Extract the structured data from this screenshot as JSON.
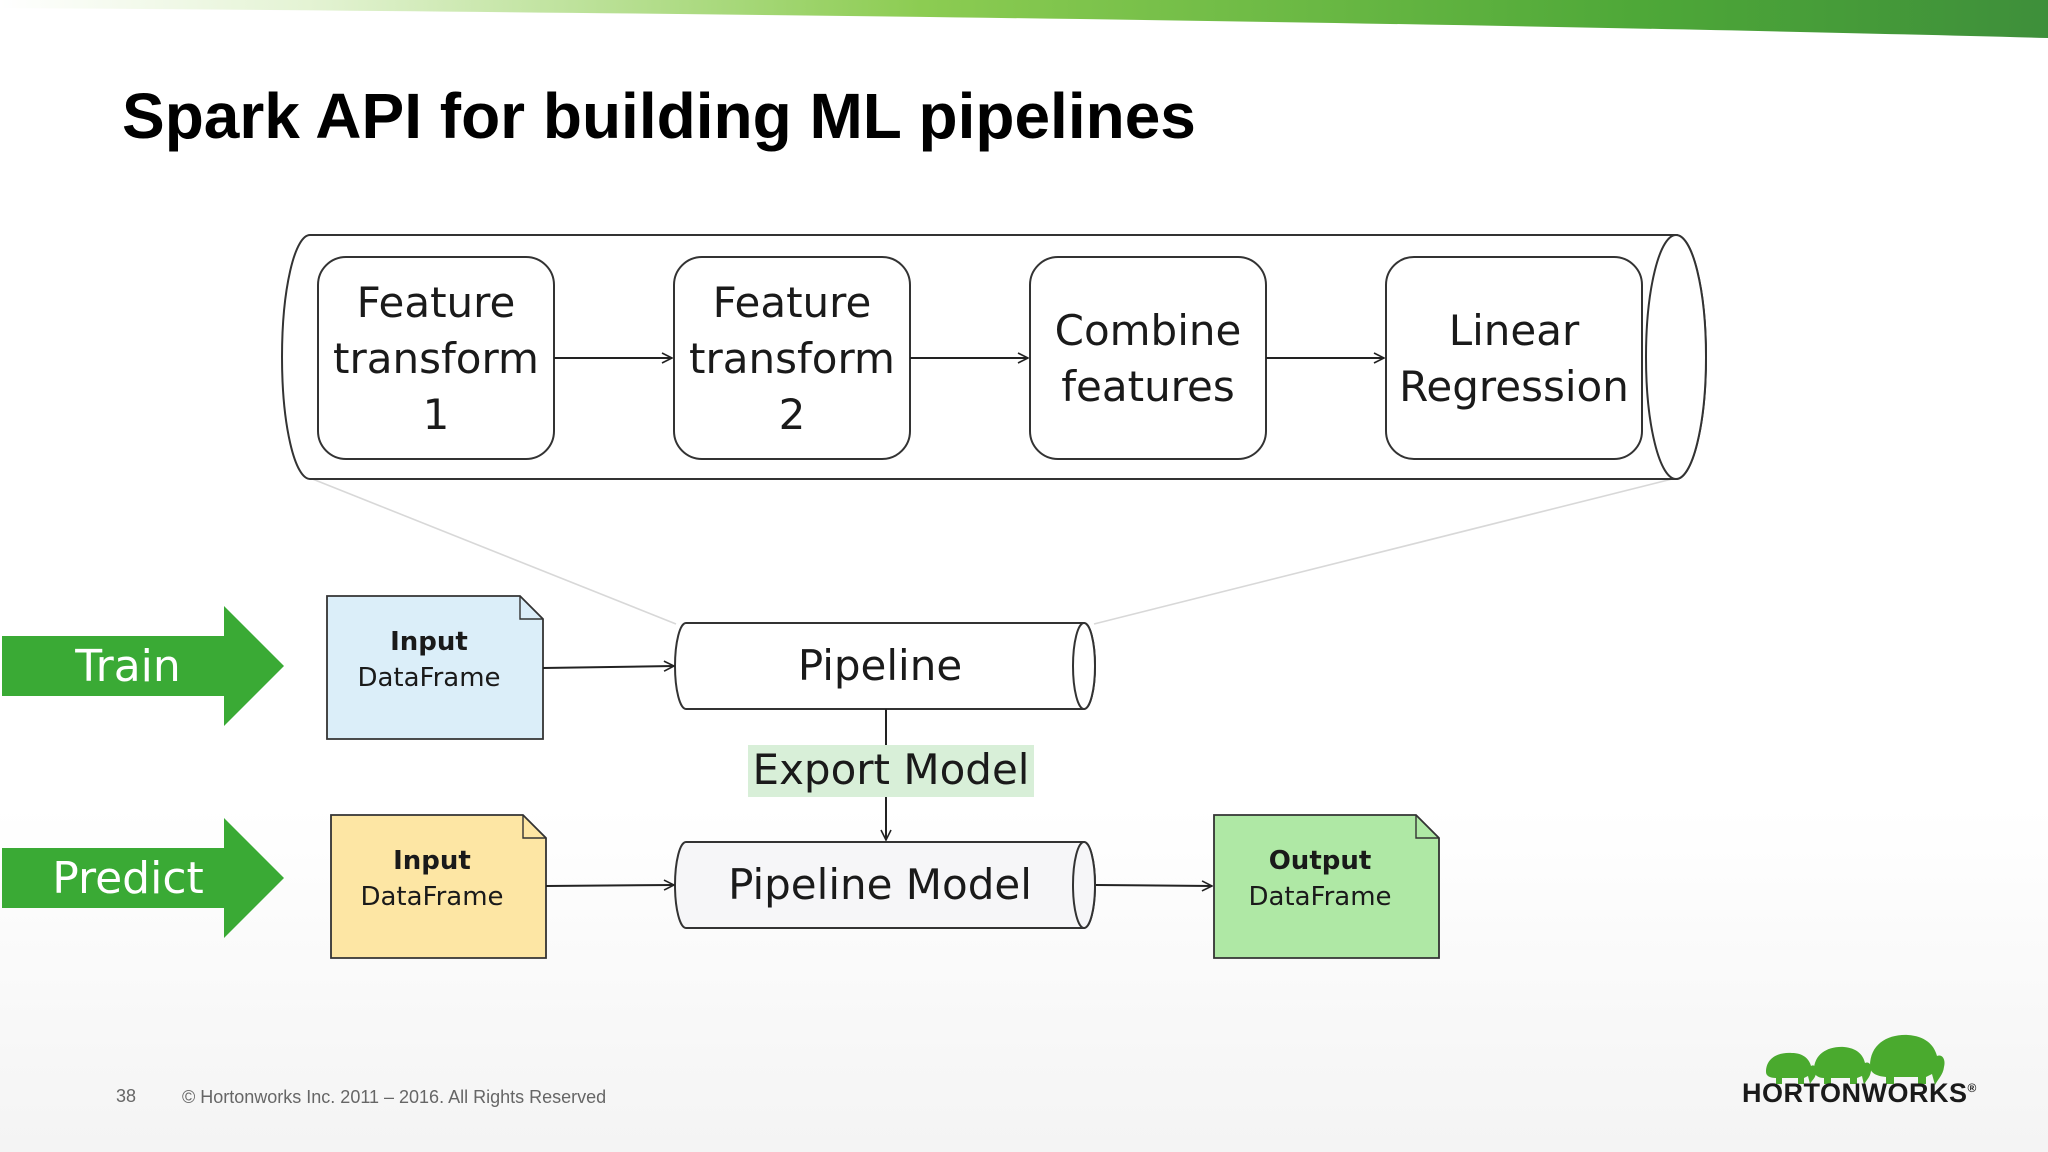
{
  "slide": {
    "title": "Spark API for building ML pipelines",
    "page_number": "38",
    "copyright": "© Hortonworks Inc. 2011 – 2016. All Rights Reserved",
    "logo_text": "HORTONWORKS",
    "logo_mark": "®"
  },
  "pipeline_stages": [
    {
      "lines": [
        "Feature",
        "transform",
        "1"
      ]
    },
    {
      "lines": [
        "Feature",
        "transform",
        "2"
      ]
    },
    {
      "lines": [
        "Combine",
        "features"
      ]
    },
    {
      "lines": [
        "Linear",
        "Regression"
      ]
    }
  ],
  "flow": {
    "train_label": "Train",
    "predict_label": "Predict",
    "train_input": {
      "title": "Input",
      "subtitle": "DataFrame"
    },
    "predict_input": {
      "title": "Input",
      "subtitle": "DataFrame"
    },
    "pipeline_label": "Pipeline",
    "export_label": "Export Model",
    "pipeline_model_label": "Pipeline Model",
    "output": {
      "title": "Output",
      "subtitle": "DataFrame"
    }
  },
  "colors": {
    "arrow_green": "#3aaa35",
    "train_input_fill": "#dbeef9",
    "predict_input_fill": "#fde6a4",
    "output_fill": "#afe8a5",
    "export_highlight": "#d8efd8",
    "logo_green": "#4aaa2e"
  },
  "icons": {
    "logo": "elephant-herd-logo"
  }
}
